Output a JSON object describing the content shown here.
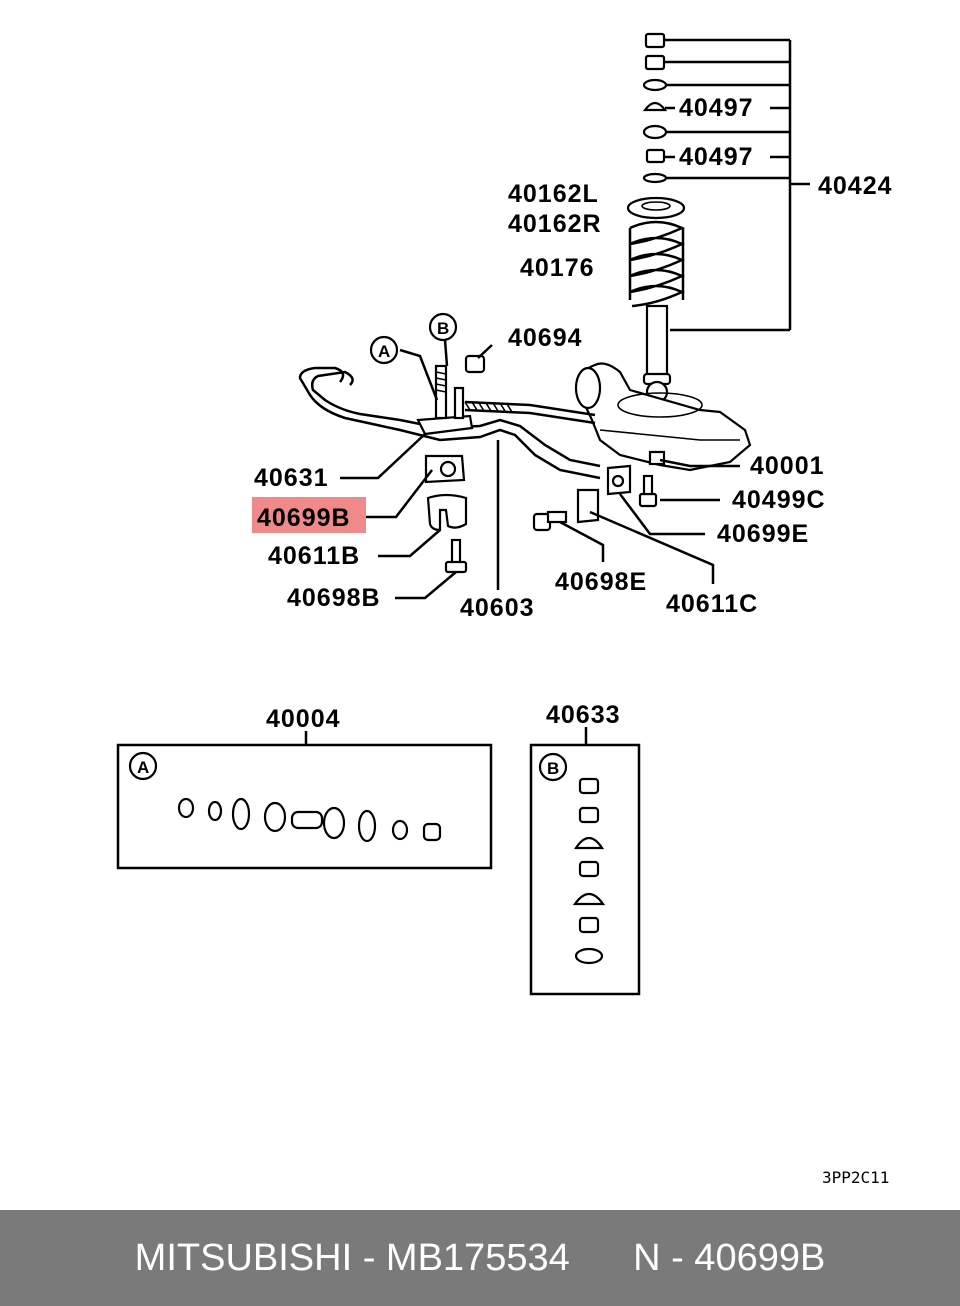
{
  "labels": {
    "p40497a": "40497",
    "p40497b": "40497",
    "p40424": "40424",
    "p40162L": "40162L",
    "p40162R": "40162R",
    "p40176": "40176",
    "p40694": "40694",
    "p40001": "40001",
    "p40631": "40631",
    "p40699B": "40699B",
    "p40499C": "40499C",
    "p40699E": "40699E",
    "p40611B": "40611B",
    "p40698E": "40698E",
    "p40611C": "40611C",
    "p40698B": "40698B",
    "p40603": "40603",
    "p40004": "40004",
    "p40633": "40633",
    "callout_a": "A",
    "callout_b": "B",
    "box_a": "A",
    "box_b": "B"
  },
  "diagram_code": "3PP2C11",
  "highlight_color": "#f08a8a",
  "footer": {
    "brand": "MITSUBISHI",
    "part_number": "MB175534",
    "ref": "N - 40699B",
    "separator": "-"
  }
}
